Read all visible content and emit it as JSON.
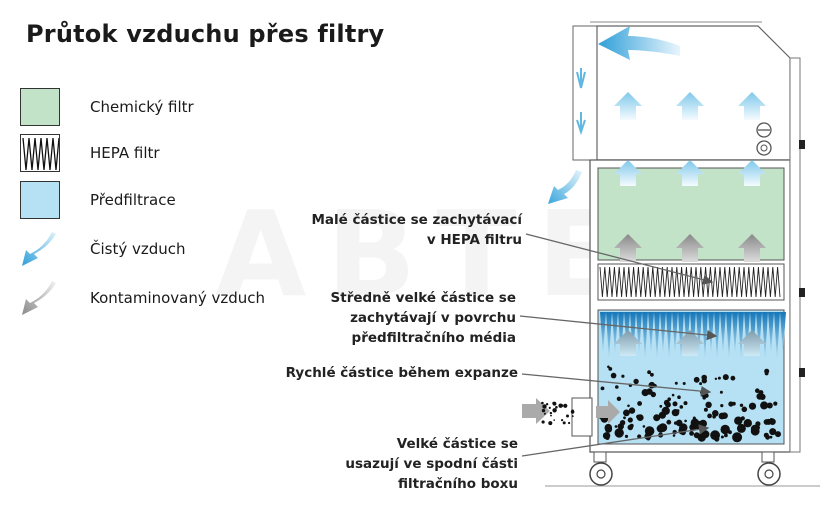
{
  "title": "Průtok vzduchu přes filtry",
  "legend": [
    {
      "label": "Chemický filtr",
      "icon": "green-swatch"
    },
    {
      "label": "HEPA filtr",
      "icon": "zigzag-swatch"
    },
    {
      "label": "Předfiltrace",
      "icon": "blue-swatch"
    },
    {
      "label": "Čistý vzduch",
      "icon": "clean-air-arrow-icon"
    },
    {
      "label": "Kontaminovaný vzduch",
      "icon": "contaminated-air-arrow-icon"
    }
  ],
  "callouts": {
    "small": [
      "Malé částice se zachytávací",
      "v HEPA filtru"
    ],
    "medium": [
      "Středně velké částice se",
      "zachytávají v povrchu",
      "předfiltračního média"
    ],
    "fast": [
      "Rychlé částice během expanze"
    ],
    "large": [
      "Velké částice se",
      "usazují ve spodní části",
      "filtračního boxu"
    ]
  },
  "watermark": "ABTEC",
  "colors": {
    "chemical_filter": "#c2e3c7",
    "prefilter": "#b6e0f3",
    "clean_air": "#3aa6dc",
    "contaminated_air": "#9a9a9a"
  }
}
